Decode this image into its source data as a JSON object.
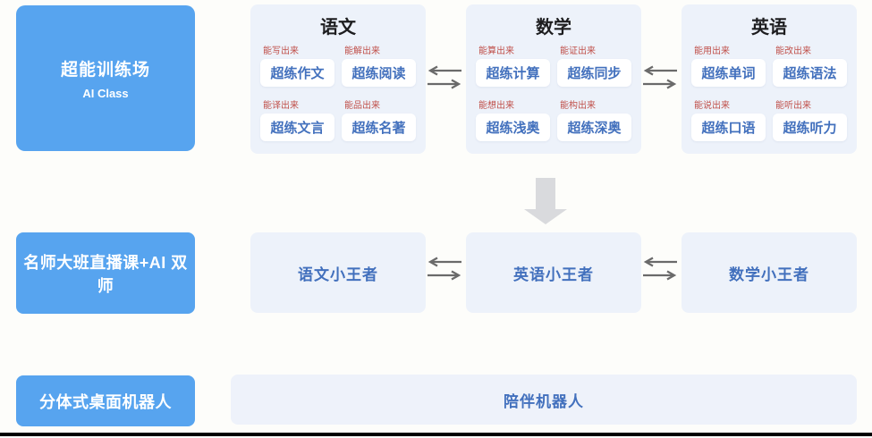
{
  "colors": {
    "accent_blue": "#57a4ef",
    "panel_bg": "#edf2fa",
    "chip_text_blue": "#4270bd",
    "tag_red": "#c0504a",
    "arrow_gray": "#6a6a6a",
    "block_arrow_gray": "#d9dadd",
    "title_dark": "#1d1d1f",
    "rule_black": "#000000"
  },
  "left_column": {
    "training_ground": {
      "title": "超能训练场",
      "subtitle": "AI Class"
    },
    "live_class": "名师大班直播课+AI 双师",
    "desktop_robot": "分体式桌面机器人"
  },
  "subjects": [
    {
      "title": "语文",
      "items": [
        {
          "tag": "能写出来",
          "label": "超练作文"
        },
        {
          "tag": "能解出来",
          "label": "超练阅读"
        },
        {
          "tag": "能译出来",
          "label": "超练文言"
        },
        {
          "tag": "能品出来",
          "label": "超练名著"
        }
      ]
    },
    {
      "title": "数学",
      "items": [
        {
          "tag": "能算出来",
          "label": "超练计算"
        },
        {
          "tag": "能证出来",
          "label": "超练同步"
        },
        {
          "tag": "能想出来",
          "label": "超练浅奥"
        },
        {
          "tag": "能构出来",
          "label": "超练深奥"
        }
      ]
    },
    {
      "title": "英语",
      "items": [
        {
          "tag": "能用出来",
          "label": "超练单词"
        },
        {
          "tag": "能改出来",
          "label": "超练语法"
        },
        {
          "tag": "能说出来",
          "label": "超练口语"
        },
        {
          "tag": "能听出来",
          "label": "超练听力"
        }
      ]
    }
  ],
  "champions": [
    {
      "label": "语文小王者"
    },
    {
      "label": "英语小王者"
    },
    {
      "label": "数学小王者"
    }
  ],
  "companion_robot": "陪伴机器人"
}
